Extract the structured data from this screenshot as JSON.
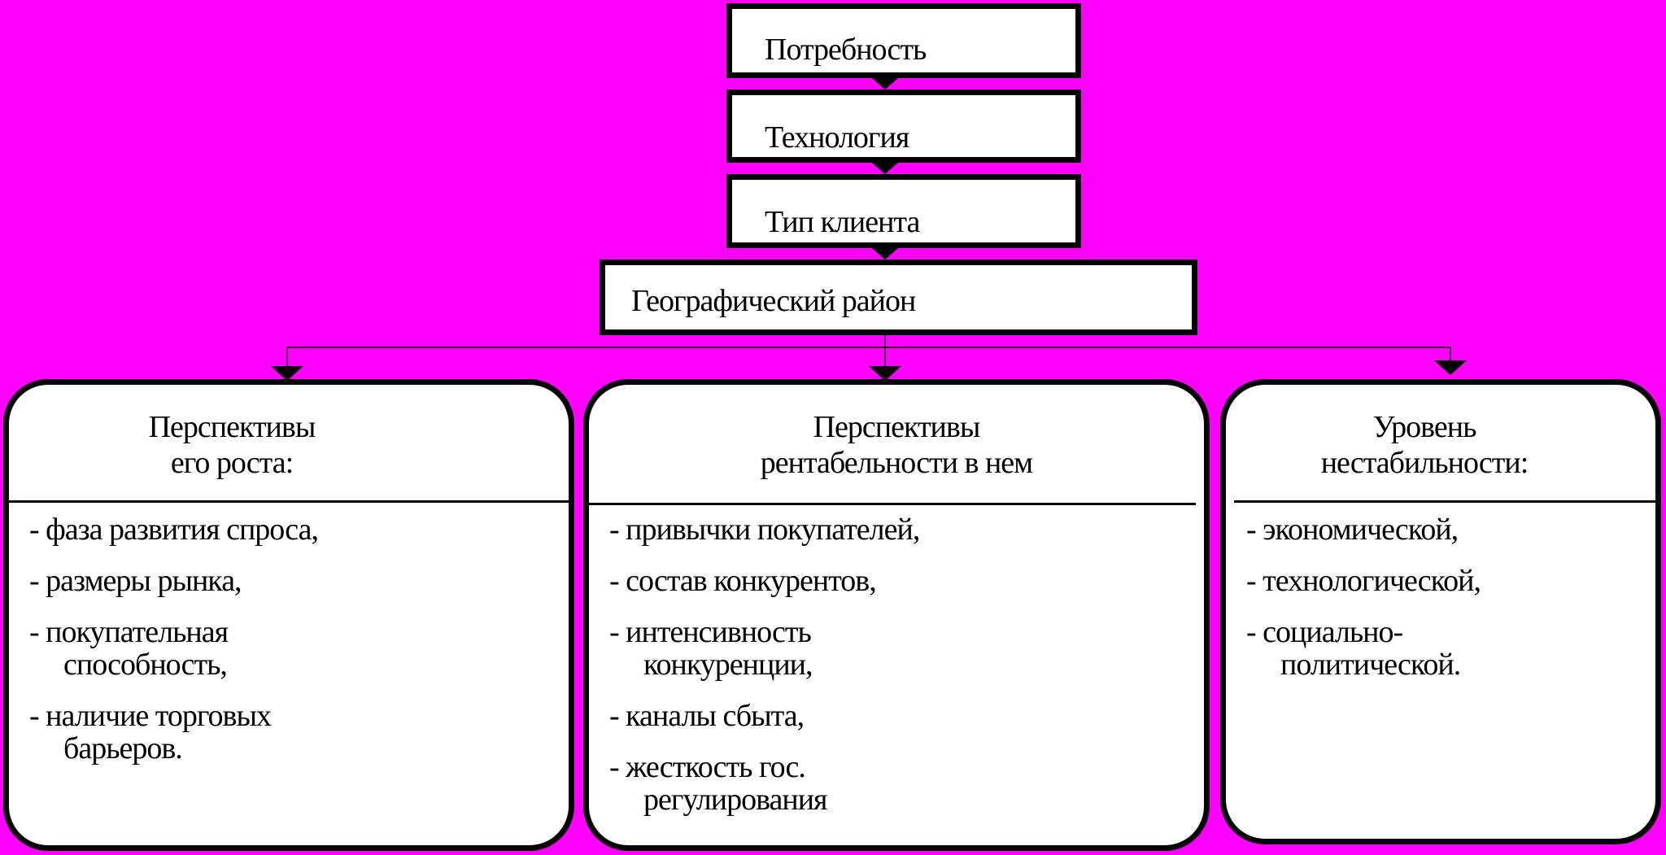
{
  "chain": [
    {
      "label": "Потребность"
    },
    {
      "label": "Технология"
    },
    {
      "label": "Тип клиента"
    },
    {
      "label": "Географический район"
    }
  ],
  "cards": [
    {
      "title": [
        "Перспективы",
        "его роста:"
      ],
      "items": [
        [
          "- фаза развития спроса,"
        ],
        [
          "- размеры рынка,"
        ],
        [
          "- покупательная",
          "способность,"
        ],
        [
          "- наличие торговых",
          "барьеров."
        ]
      ]
    },
    {
      "title": [
        "Перспективы",
        "рентабельности в нем"
      ],
      "items": [
        [
          "- привычки покупателей,"
        ],
        [
          "- состав конкурентов,"
        ],
        [
          "- интенсивность",
          "конкуренции,"
        ],
        [
          "- каналы сбыта,"
        ],
        [
          "- жесткость гос.",
          "регулирования"
        ]
      ]
    },
    {
      "title": [
        "Уровень",
        "нестабильности:"
      ],
      "items": [
        [
          "- экономической,"
        ],
        [
          "- технологической,"
        ],
        [
          "- социально-",
          "политической."
        ]
      ]
    }
  ],
  "colors": {
    "background": "#ff00ff",
    "box": "#ffffff",
    "line": "#000000"
  }
}
